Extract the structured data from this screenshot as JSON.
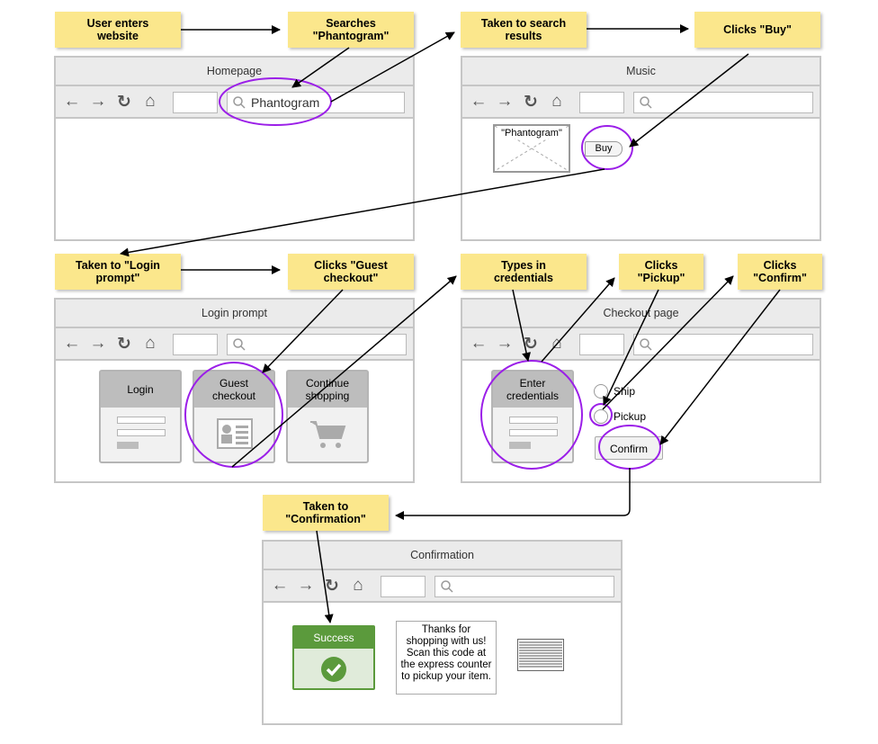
{
  "notes": {
    "user_enters": "User enters\nwebsite",
    "searches": "Searches\n\"Phantogram\"",
    "taken_to_search": "Taken to search\nresults",
    "clicks_buy": "Clicks \"Buy\"",
    "taken_to_login": "Taken to \"Login\nprompt\"",
    "clicks_guest": "Clicks \"Guest\ncheckout\"",
    "types_credentials": "Types in\ncredentials",
    "clicks_pickup": "Clicks\n\"Pickup\"",
    "clicks_confirm": "Clicks\n\"Confirm\"",
    "taken_to_confirmation": "Taken to\n\"Confirmation\""
  },
  "windows": {
    "homepage": {
      "title": "Homepage",
      "search_value": "Phantogram"
    },
    "music": {
      "title": "Music",
      "image_label": "\"Phantogram\"",
      "buy_label": "Buy"
    },
    "login_prompt": {
      "title": "Login prompt",
      "login_label": "Login",
      "guest_label": "Guest\ncheckout",
      "continue_label": "Continue\nshopping"
    },
    "checkout": {
      "title": "Checkout page",
      "enter_label": "Enter\ncredentials",
      "ship_label": "Ship",
      "pickup_label": "Pickup",
      "confirm_label": "Confirm"
    },
    "confirmation": {
      "title": "Confirmation",
      "success_label": "Success",
      "thanks_text": "Thanks for shopping with us! Scan this code at the express counter to pickup your item."
    }
  },
  "colors": {
    "sticky": "#fbe78c",
    "highlight_ring": "#9b1fe8",
    "success": "#5b9a3c"
  },
  "icons": [
    "back-arrow-icon",
    "forward-arrow-icon",
    "reload-icon",
    "home-icon",
    "search-icon",
    "id-card-icon",
    "shopping-cart-icon",
    "checkmark-icon",
    "barcode-icon"
  ]
}
